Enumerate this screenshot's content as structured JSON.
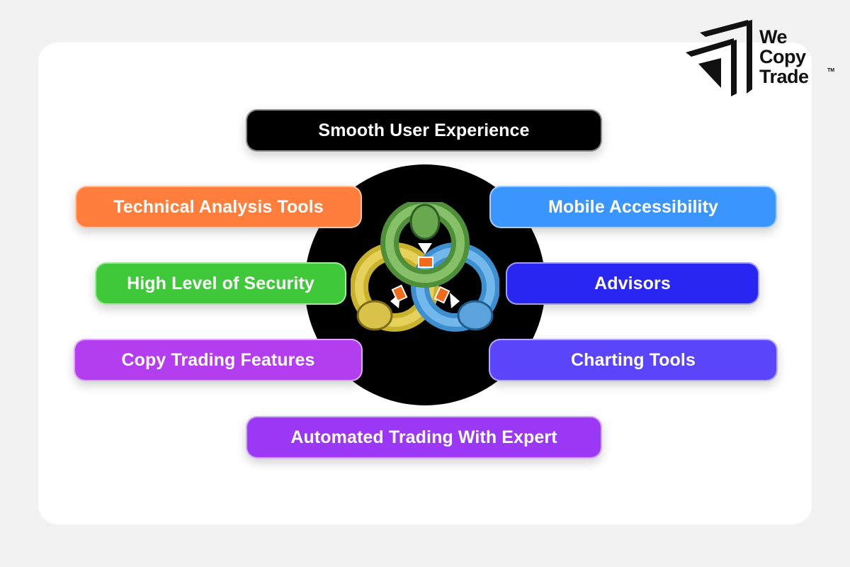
{
  "brand": {
    "logo_lines": [
      "We",
      "Copy",
      "Trade"
    ],
    "trademark": "TM",
    "logo_icon": "arrow-chevrons-icon"
  },
  "hub": {
    "icon": "metatrader-logo-icon",
    "background": "#000000"
  },
  "features": [
    {
      "label": "Smooth User Experience",
      "color": "#000000"
    },
    {
      "label": "Technical Analysis Tools",
      "color": "#ff7e3b"
    },
    {
      "label": "Mobile Accessibility",
      "color": "#3a95ff"
    },
    {
      "label": "High Level of Security",
      "color": "#3ec83a"
    },
    {
      "label": "Advisors",
      "color": "#2a26f2"
    },
    {
      "label": "Copy Trading Features",
      "color": "#b33ef0"
    },
    {
      "label": "Charting Tools",
      "color": "#5a45fb"
    },
    {
      "label": "Automated Trading With Expert",
      "color": "#9a38f5"
    }
  ]
}
